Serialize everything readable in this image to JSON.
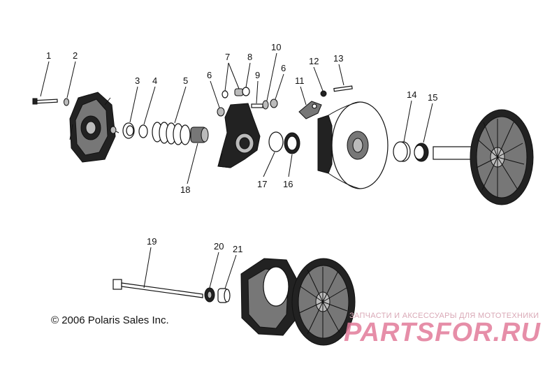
{
  "callouts": [
    {
      "id": "1",
      "label": "1"
    },
    {
      "id": "2",
      "label": "2"
    },
    {
      "id": "3",
      "label": "3"
    },
    {
      "id": "4",
      "label": "4"
    },
    {
      "id": "5",
      "label": "5"
    },
    {
      "id": "6a",
      "label": "6"
    },
    {
      "id": "7",
      "label": "7"
    },
    {
      "id": "8",
      "label": "8"
    },
    {
      "id": "9",
      "label": "9"
    },
    {
      "id": "10",
      "label": "10"
    },
    {
      "id": "6b",
      "label": "6"
    },
    {
      "id": "11",
      "label": "11"
    },
    {
      "id": "12",
      "label": "12"
    },
    {
      "id": "13",
      "label": "13"
    },
    {
      "id": "14",
      "label": "14"
    },
    {
      "id": "15",
      "label": "15"
    },
    {
      "id": "16",
      "label": "16"
    },
    {
      "id": "17",
      "label": "17"
    },
    {
      "id": "18",
      "label": "18"
    },
    {
      "id": "19",
      "label": "19"
    },
    {
      "id": "20",
      "label": "20"
    },
    {
      "id": "21",
      "label": "21"
    }
  ],
  "copyright": "© 2006 Polaris Sales Inc.",
  "watermark": {
    "tagline": "ЗАПЧАСТИ И АКСЕССУАРЫ ДЛЯ МОТОТЕХНИКИ",
    "brand": "PARTSFOR.RU"
  }
}
